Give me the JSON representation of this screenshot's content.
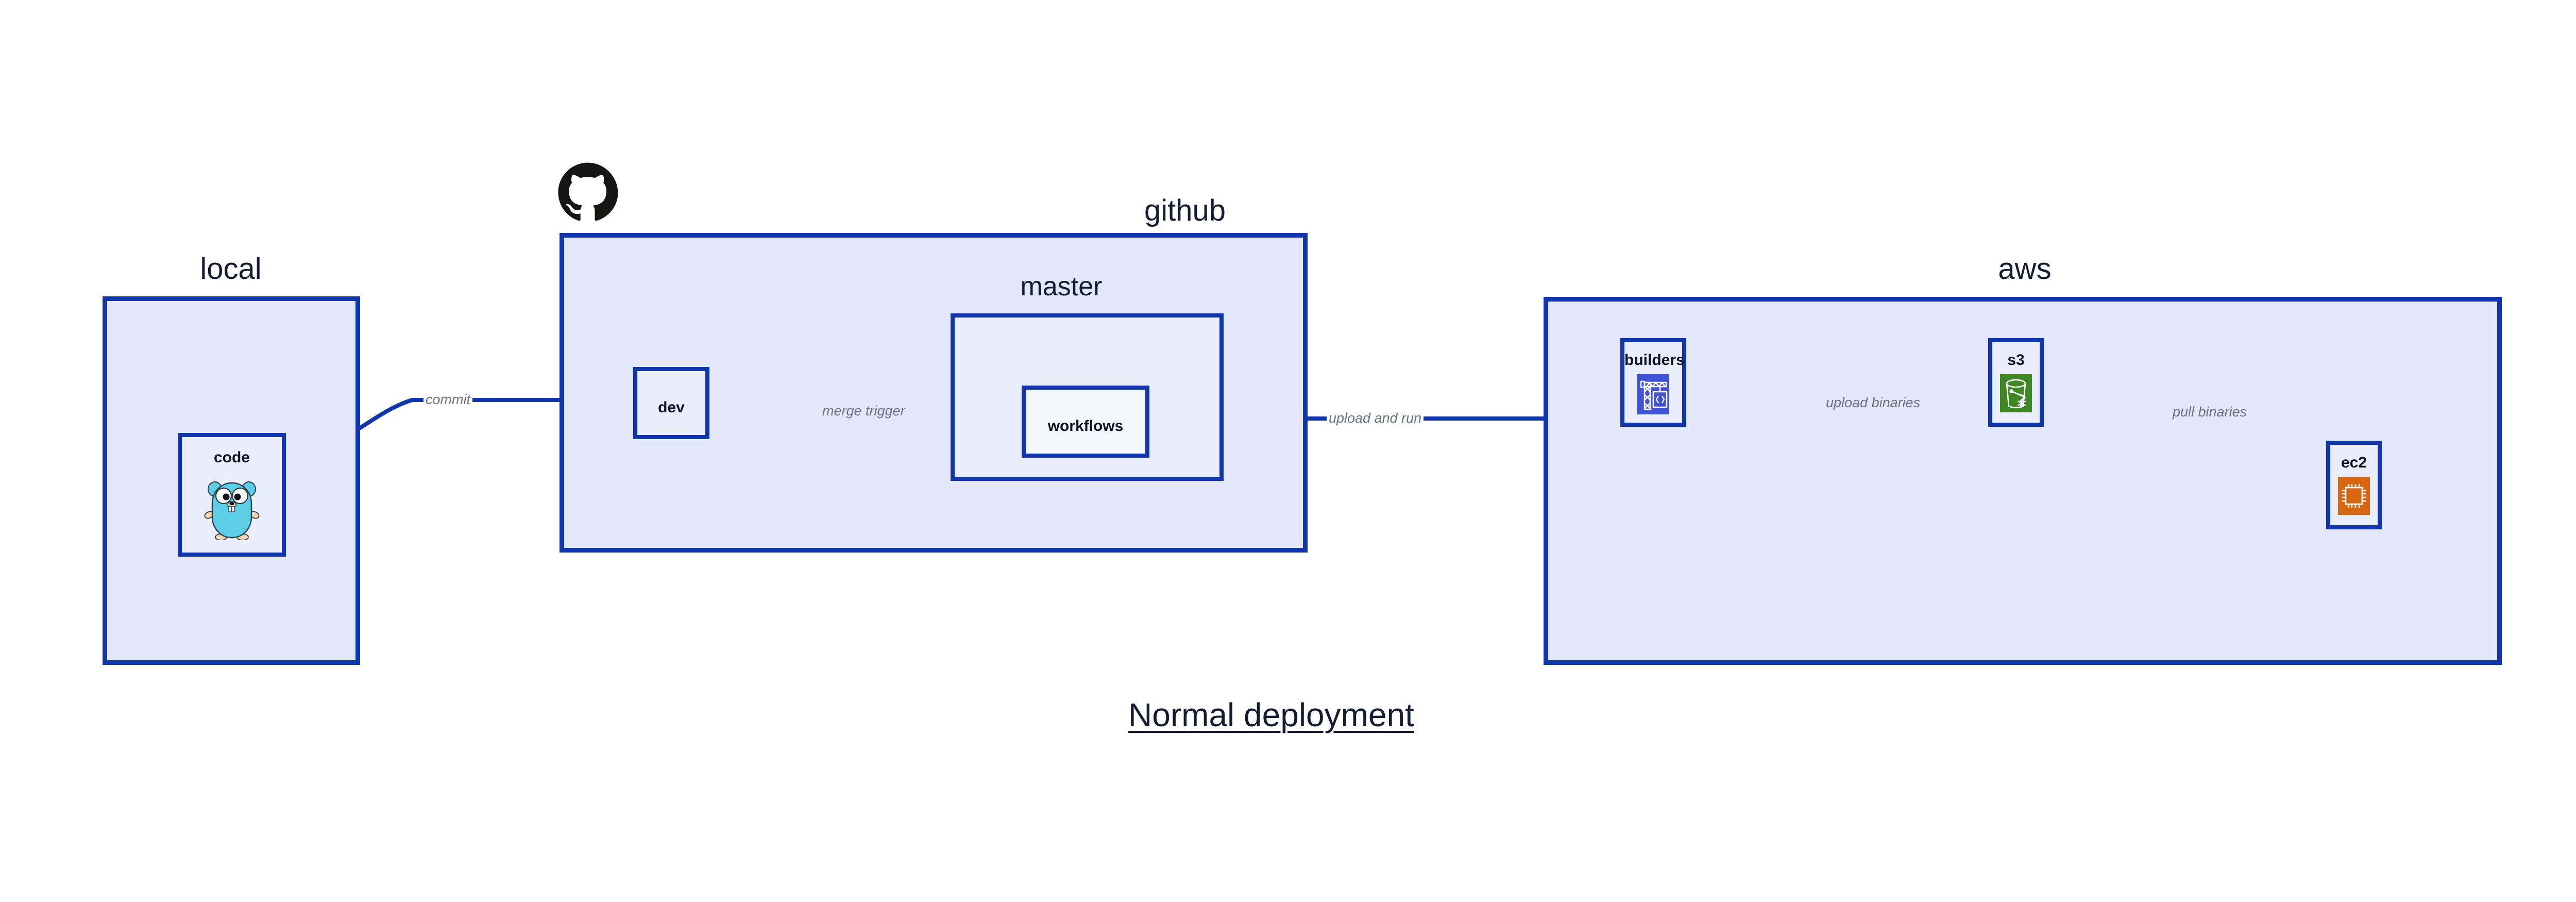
{
  "title": "Normal deployment",
  "colors": {
    "group_fill": "#e2e7fa",
    "nested_fill": "#e9edfc",
    "node_fill": "#eaeefc",
    "border": "#1035ac",
    "edge": "#1035ac",
    "edge_label": "#6a7183",
    "text": "#141c33",
    "codebuild_icon": "#4053d6",
    "s3_icon": "#3f8624",
    "ec2_icon": "#d86613",
    "gopher_body": "#5ccfe6",
    "github_logo": "#161614"
  },
  "groups": [
    {
      "id": "local",
      "label": "local"
    },
    {
      "id": "github",
      "label": "github"
    },
    {
      "id": "master",
      "label": "master"
    },
    {
      "id": "aws",
      "label": "aws"
    }
  ],
  "nodes": [
    {
      "id": "code",
      "label": "code",
      "icon": "go-gopher-icon"
    },
    {
      "id": "dev",
      "label": "dev",
      "icon": null
    },
    {
      "id": "workflows",
      "label": "workflows",
      "icon": null
    },
    {
      "id": "builders",
      "label": "builders",
      "icon": "aws-codebuild-icon"
    },
    {
      "id": "s3",
      "label": "s3",
      "icon": "aws-s3-bucket-icon"
    },
    {
      "id": "ec2",
      "label": "ec2",
      "icon": "aws-ec2-chip-icon"
    }
  ],
  "edges": [
    {
      "id": "code-to-dev",
      "from": "code",
      "to": "dev",
      "label": "commit"
    },
    {
      "id": "dev-to-workflows",
      "from": "dev",
      "to": "workflows",
      "label": "merge trigger"
    },
    {
      "id": "workflows-to-builders",
      "from": "workflows",
      "to": "builders",
      "label": "upload and run"
    },
    {
      "id": "builders-to-s3",
      "from": "builders",
      "to": "s3",
      "label": "upload binaries"
    },
    {
      "id": "s3-to-ec2",
      "from": "s3",
      "to": "ec2",
      "label": "pull binaries"
    }
  ],
  "logos": [
    {
      "id": "github-octocat",
      "name": "github-octocat-logo"
    }
  ]
}
